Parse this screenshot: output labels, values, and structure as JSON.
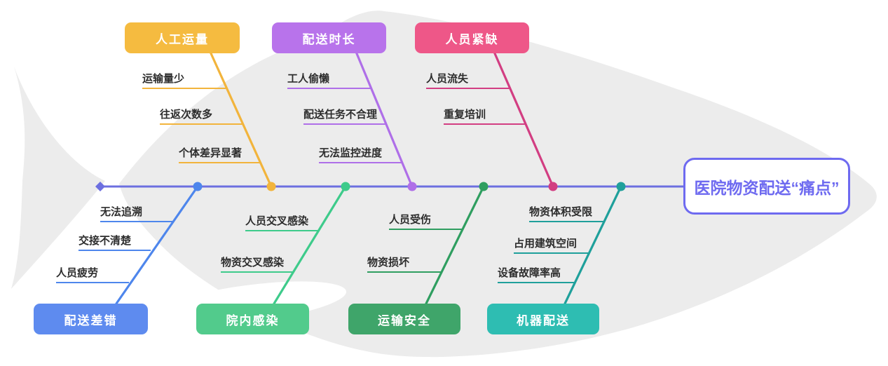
{
  "fish_color": "#ECECEC",
  "spine": {
    "color": "#6C6FE0"
  },
  "title": {
    "label": "医院物资配送“痛点”",
    "color": "#6E6AF0"
  },
  "branches": [
    {
      "label": "人工运量",
      "box_color": "#F5BB40",
      "line_color": "#F2B43C",
      "items": [
        {
          "label": "运输量少"
        },
        {
          "label": "往返次数多"
        },
        {
          "label": "个体差异显著"
        }
      ]
    },
    {
      "label": "配送时长",
      "box_color": "#B873EB",
      "line_color": "#AF6FE8",
      "items": [
        {
          "label": "工人偷懒"
        },
        {
          "label": "配送任务不合理"
        },
        {
          "label": "无法监控进度"
        }
      ]
    },
    {
      "label": "人员紧缺",
      "box_color": "#EE5788",
      "line_color": "#D23E82",
      "items": [
        {
          "label": "人员流失"
        },
        {
          "label": "重复培训"
        }
      ]
    },
    {
      "label": "配送差错",
      "box_color": "#5E8BEF",
      "line_color": "#4E86EC",
      "items": [
        {
          "label": "无法追溯"
        },
        {
          "label": "交接不清楚"
        },
        {
          "label": "人员疲劳"
        }
      ]
    },
    {
      "label": "院内感染",
      "box_color": "#52CB8C",
      "line_color": "#3ECB8B",
      "items": [
        {
          "label": "人员交叉感染"
        },
        {
          "label": "物资交叉感染"
        }
      ]
    },
    {
      "label": "运输安全",
      "box_color": "#3FA56A",
      "line_color": "#2F9E60",
      "items": [
        {
          "label": "人员受伤"
        },
        {
          "label": "物资损坏"
        }
      ]
    },
    {
      "label": "机器配送",
      "box_color": "#2EBDB2",
      "line_color": "#1FA09B",
      "items": [
        {
          "label": "物资体积受限"
        },
        {
          "label": "占用建筑空间"
        },
        {
          "label": "设备故障率高"
        }
      ]
    }
  ]
}
